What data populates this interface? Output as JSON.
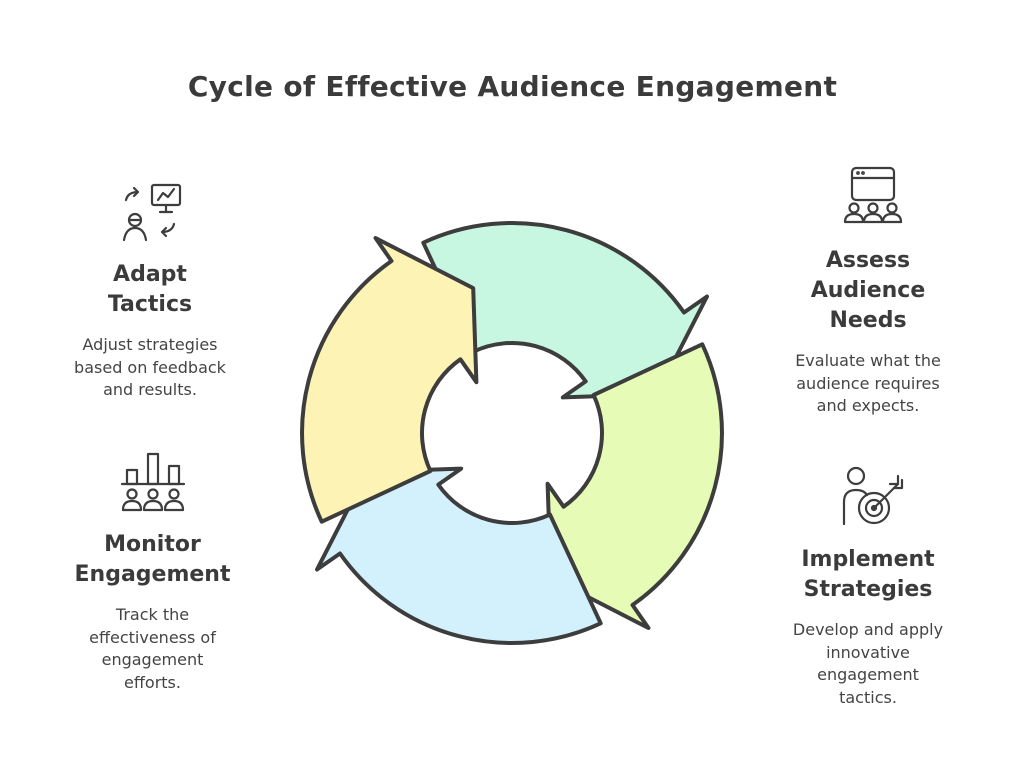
{
  "title": "Cycle of Effective Audience Engagement",
  "colors": {
    "stroke": "#3d3d3d",
    "mint": "#c8f7e1",
    "lime": "#e6fbb5",
    "sky": "#d3f1fd",
    "butter": "#fcf3b4"
  },
  "stages": {
    "adapt": {
      "title_lines": [
        "Adapt",
        "Tactics"
      ],
      "desc_lines": [
        "Adjust strategies",
        "based on feedback",
        "and results."
      ],
      "icon": "presentation-feedback-icon"
    },
    "assess": {
      "title_lines": [
        "Assess",
        "Audience",
        "Needs"
      ],
      "desc_lines": [
        "Evaluate what the",
        "audience requires",
        "and expects."
      ],
      "icon": "audience-screen-icon"
    },
    "monitor": {
      "title_lines": [
        "Monitor",
        "Engagement"
      ],
      "desc_lines": [
        "Track the",
        "effectiveness of",
        "engagement",
        "efforts."
      ],
      "icon": "bar-chart-audience-icon"
    },
    "implement": {
      "title_lines": [
        "Implement",
        "Strategies"
      ],
      "desc_lines": [
        "Develop and apply",
        "innovative",
        "engagement",
        "tactics."
      ],
      "icon": "person-target-icon"
    }
  }
}
